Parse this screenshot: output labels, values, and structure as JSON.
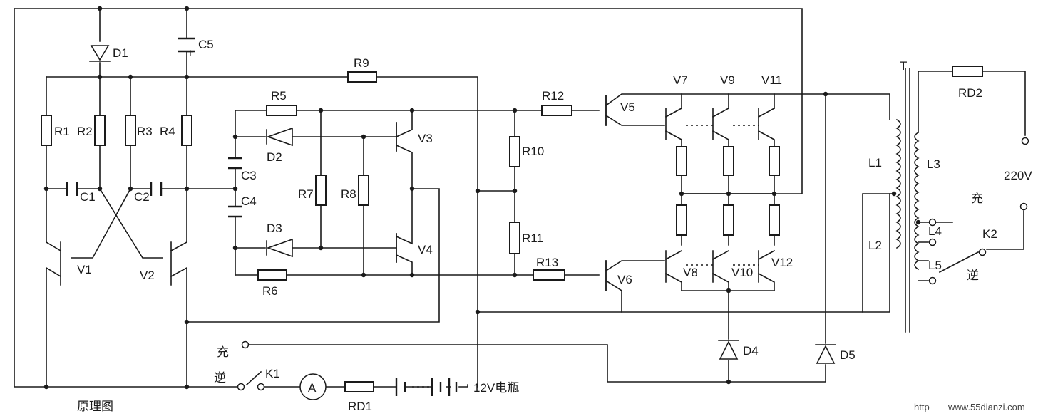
{
  "labels": {
    "D1": "D1",
    "C5": "C5",
    "C5_plus": "+",
    "R9": "R9",
    "R1": "R1",
    "R2": "R2",
    "R3": "R3",
    "R4": "R4",
    "C1": "C1",
    "C2": "C2",
    "V1": "V1",
    "V2": "V2",
    "R5": "R5",
    "D2": "D2",
    "C3": "C3",
    "C4": "C4",
    "D3": "D3",
    "R6": "R6",
    "R7": "R7",
    "R8": "R8",
    "V3": "V3",
    "V4": "V4",
    "R10": "R10",
    "R11": "R11",
    "R12": "R12",
    "R13": "R13",
    "V5": "V5",
    "V6": "V6",
    "V7": "V7",
    "V9": "V9",
    "V11": "V11",
    "V8": "V8",
    "V10": "V10",
    "V12": "V12",
    "D4": "D4",
    "D5": "D5",
    "T": "T",
    "L1": "L1",
    "L2": "L2",
    "L3": "L3",
    "L4": "L4",
    "L5": "L5",
    "RD2": "RD2",
    "v220": "220V",
    "chong_right": "充",
    "K2": "K2",
    "ni_right": "逆",
    "chong_left": "充",
    "ni_left": "逆",
    "K1": "K1",
    "ammeter": "A",
    "RD1": "RD1",
    "battery": "12V电瓶",
    "caption": "原理图"
  },
  "watermark": {
    "prefix": "http",
    "url": "www.55dianzi.com"
  }
}
